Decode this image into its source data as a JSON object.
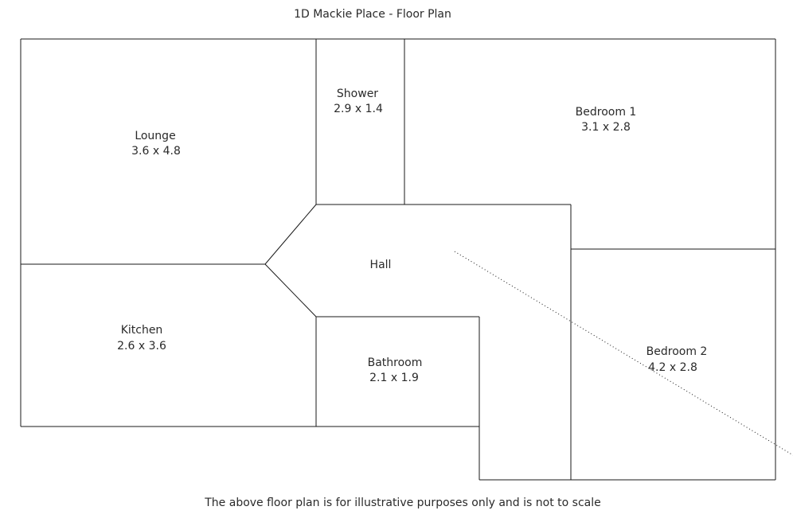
{
  "title": "1D Mackie Place - Floor Plan",
  "disclaimer": "The above floor plan is for illustrative purposes only and is not to scale",
  "rooms": {
    "lounge": {
      "name": "Lounge",
      "size": "3.6 x 4.8"
    },
    "shower": {
      "name": "Shower",
      "size": "2.9 x 1.4"
    },
    "bedroom1": {
      "name": "Bedroom 1",
      "size": "3.1 x 2.8"
    },
    "hall": {
      "name": "Hall"
    },
    "kitchen": {
      "name": "Kitchen",
      "size": "2.6 x 3.6"
    },
    "bathroom": {
      "name": "Bathroom",
      "size": "2.1 x 1.9"
    },
    "bedroom2": {
      "name": "Bedroom 2",
      "size": "4.2 x 2.8"
    }
  }
}
